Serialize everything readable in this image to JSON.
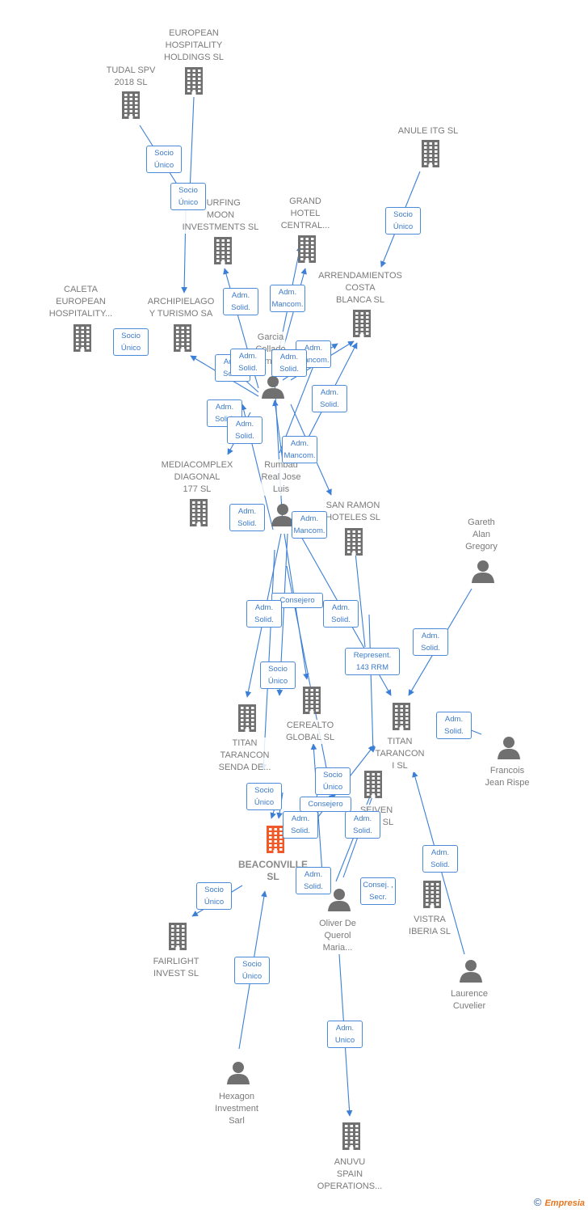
{
  "colors": {
    "edge": "#3b7fd6",
    "building": "#707070",
    "highlight": "#f05a28",
    "person": "#707070"
  },
  "companies": [
    {
      "id": "european_hospitality_holdings",
      "label": "EUROPEAN\nHOSPITALITY\nHOLDINGS  SL"
    },
    {
      "id": "tudal",
      "label": "TUDAL SPV\n2018  SL"
    },
    {
      "id": "anule",
      "label": "ANULE ITG  SL"
    },
    {
      "id": "surfing",
      "label": "SURFING\nMOON\nINVESTMENTS SL"
    },
    {
      "id": "grand_hotel",
      "label": "GRAND\nHOTEL\nCENTRAL..."
    },
    {
      "id": "arrendamientos",
      "label": "ARRENDAMIENTOS\nCOSTA\nBLANCA SL"
    },
    {
      "id": "caleta",
      "label": "CALETA\nEUROPEAN\nHOSPITALITY..."
    },
    {
      "id": "archipielago",
      "label": "ARCHIPIELAGO\nY TURISMO SA"
    },
    {
      "id": "mediacomplex",
      "label": "MEDIACOMPLEX\nDIAGONAL\n177  SL"
    },
    {
      "id": "san_ramon",
      "label": "SAN RAMON\nHOTELES SL"
    },
    {
      "id": "titan_senda",
      "label": "TITAN\nTARANCON\nSENDA DE..."
    },
    {
      "id": "cerealto",
      "label": "CEREALTO\nGLOBAL  SL"
    },
    {
      "id": "titan_i",
      "label": "TITAN\nTARANCON\nI  SL"
    },
    {
      "id": "seiven",
      "label": "SEIVEN\nS... 2  SL"
    },
    {
      "id": "beaconville",
      "label": "BEACONVILLE\nSL"
    },
    {
      "id": "vistra",
      "label": "VISTRA\nIBERIA  SL"
    },
    {
      "id": "fairlight",
      "label": "FAIRLIGHT\nINVEST  SL"
    },
    {
      "id": "anuvu",
      "label": "ANUVU\nSPAIN\nOPERATIONS..."
    }
  ],
  "persons": [
    {
      "id": "garcia",
      "label": "Garcia\nCollado\nIsmael"
    },
    {
      "id": "rumbau",
      "label": "Rumbau\nReal Jose\nLuis"
    },
    {
      "id": "gareth",
      "label": "Gareth\nAlan\nGregory"
    },
    {
      "id": "francois",
      "label": "Francois\nJean Rispe"
    },
    {
      "id": "oliver",
      "label": "Oliver De\nQuerol\nMaria..."
    },
    {
      "id": "laurence",
      "label": "Laurence\nCuvelier"
    },
    {
      "id": "hexagon",
      "label": "Hexagon\nInvestment\nSarl"
    }
  ],
  "relations": [
    "Socio\nÚnico",
    "Socio\nÚnico",
    "Socio\nÚnico",
    "Socio\nÚnico",
    "Adm.\nSolid.",
    "Adm.\nMancom.",
    "Adm.\nSolid.",
    "Adm.\nSolid.",
    "Adm.\nMancom.",
    "Adm.\nSolid.",
    "Adm.\nSolid.",
    "Adm.\nSolid.",
    "Adm.\nSolid.",
    "Adm.\nMancom.",
    "Adm.\nSolid.",
    "Adm.\nMancom.",
    "Consejero",
    "Adm.\nSolid.",
    "Adm.\nSolid.",
    "Socio\nÚnico",
    "Represent.\n143 RRM",
    "Adm.\nSolid.",
    "Adm.\nSolid.",
    "Socio\nÚnico",
    "Socio\nÚnico",
    "Consejero",
    "Adm.\nSolid.",
    "Adm.\nSolid.",
    "Adm.\nSolid.",
    "Adm.\nSolid.",
    "Consej. ,\nSecr.",
    "Socio\nÚnico",
    "Socio\nÚnico",
    "Adm.\nUnico",
    "Adm.\nSolid.",
    "Adm.\nSolid."
  ],
  "footer": {
    "copyright": "©",
    "brand": "Empresia"
  }
}
